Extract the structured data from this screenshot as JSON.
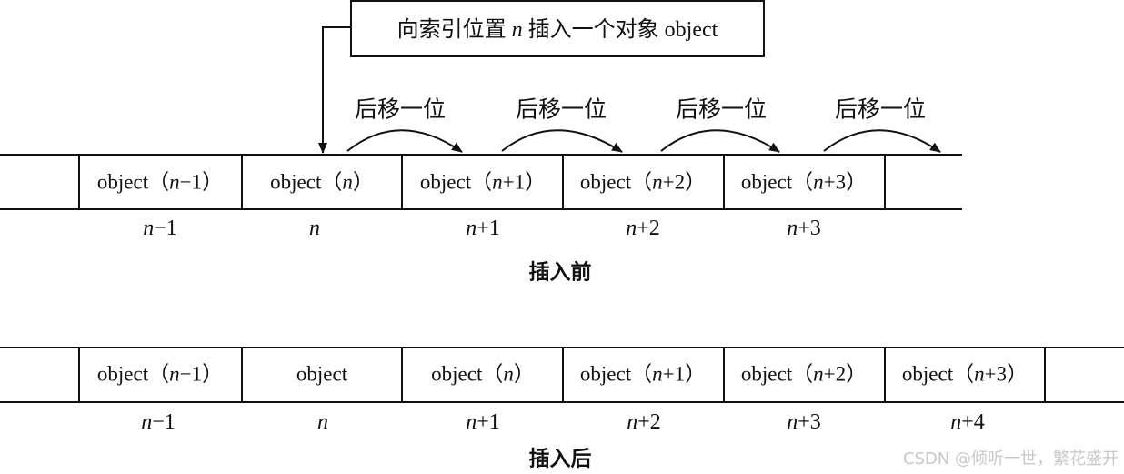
{
  "callout": "向索引位置 n 插入一个对象 object",
  "shift_label": [
    "后移一位",
    "后移一位",
    "后移一位",
    "后移一位"
  ],
  "before": {
    "cells": [
      "",
      "object（n−1）",
      "object（n）",
      "object（n+1）",
      "object（n+2）",
      "object（n+3）",
      ""
    ],
    "indices": [
      "n−1",
      "n",
      "n+1",
      "n+2",
      "n+3"
    ],
    "caption": "插入前"
  },
  "after": {
    "cells": [
      "",
      "object（n−1）",
      "object",
      "object（n）",
      "object（n+1）",
      "object（n+2）",
      "object（n+3）",
      ""
    ],
    "indices": [
      "n−1",
      "n",
      "n+1",
      "n+2",
      "n+3",
      "n+4"
    ],
    "caption": "插入后"
  },
  "watermark": "CSDN @倾听一世，繁花盛开"
}
